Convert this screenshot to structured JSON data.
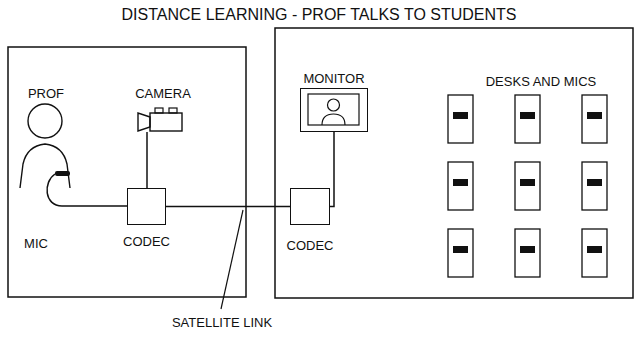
{
  "diagram": {
    "title": "DISTANCE LEARNING - PROF TALKS TO STUDENTS",
    "nodes": [
      {
        "text": [
          "PROF"
        ]
      },
      {
        "text": [
          "CAMERA"
        ]
      },
      {
        "text": [
          "CODEC"
        ]
      },
      {
        "text": [
          "CODEC"
        ]
      },
      {
        "text": [
          "MONITOR"
        ]
      }
    ],
    "edges": [
      {
        "from": 1,
        "to": 2,
        "arrow": "none"
      },
      {
        "from": 2,
        "to": 3,
        "arrow": "none"
      },
      {
        "from": 3,
        "to": 4,
        "arrow": "none"
      }
    ],
    "labels": [
      "MIC",
      "DESKS AND MICS",
      "SATELLITE LINK"
    ]
  }
}
